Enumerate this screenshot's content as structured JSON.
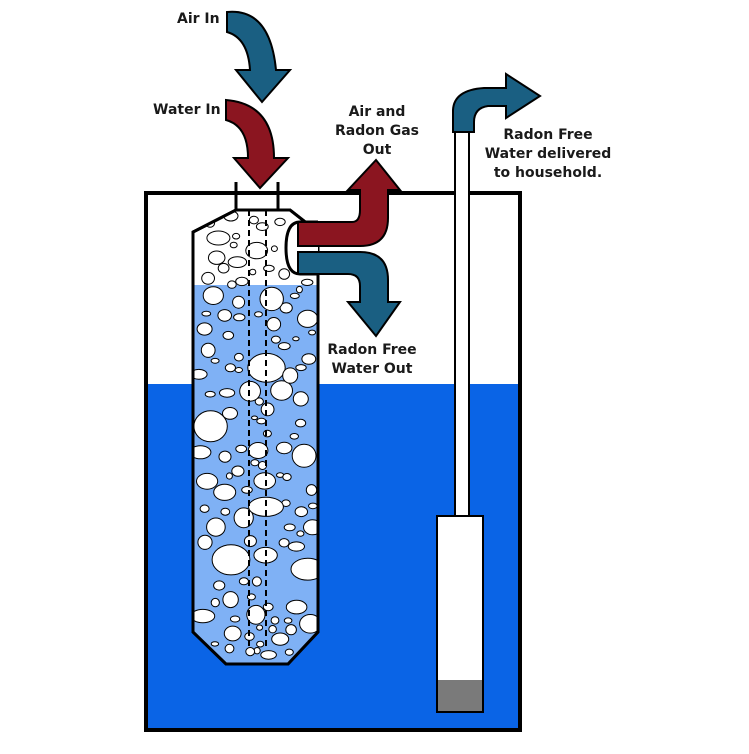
{
  "labels": {
    "air_in": "Air In",
    "water_in": "Water In",
    "air_radon_out": [
      "Air and",
      "Radon Gas",
      "Out"
    ],
    "radon_free_water_out": [
      "Radon Free",
      "Water Out"
    ],
    "delivered": [
      "Radon Free",
      "Water delivered",
      "to household."
    ]
  },
  "colors": {
    "water": "#0a64e6",
    "aerated_water": "#7fb1f5",
    "air_arrow": "#1a5f82",
    "water_arrow": "#8b1520",
    "outline": "#000000",
    "pump_bottom": "#7a7a7a"
  }
}
